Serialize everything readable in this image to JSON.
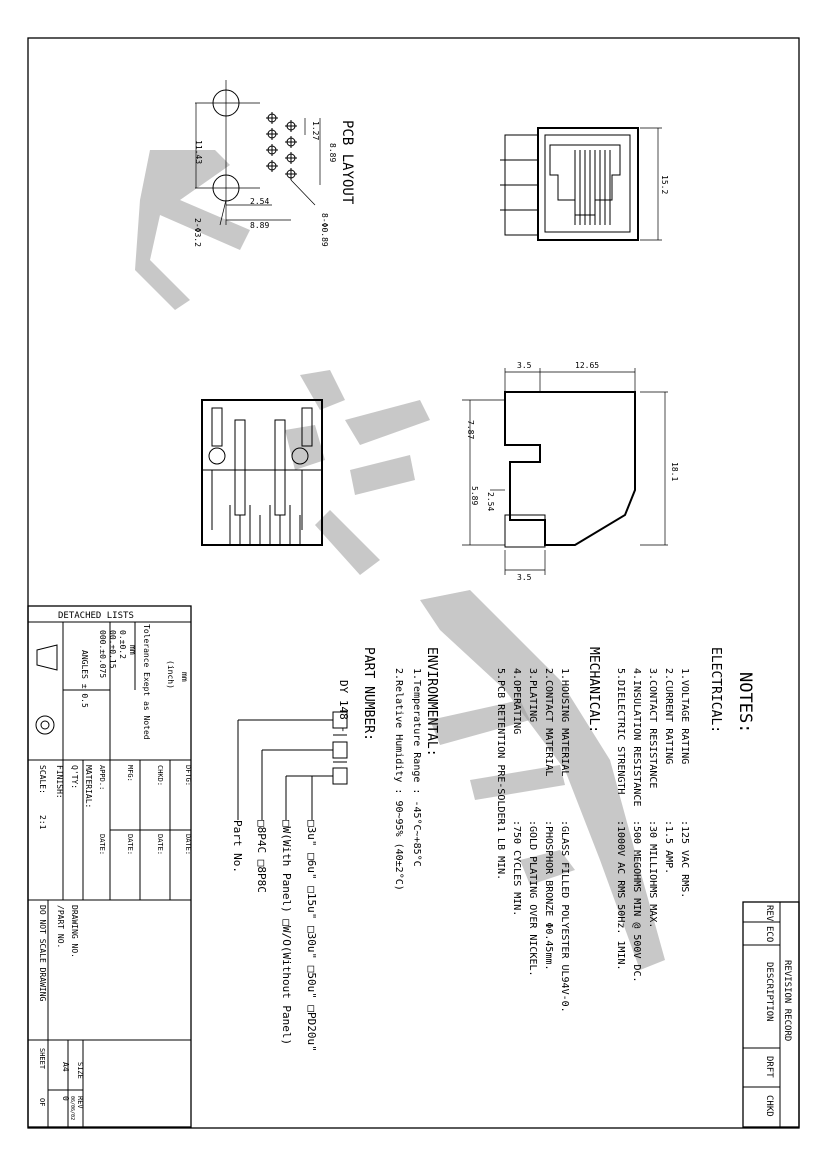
{
  "notes": {
    "title": "NOTES:",
    "electrical_heading": "ELECTRICAL:",
    "electrical": [
      {
        "label": "1.VOLTAGE RATING",
        "value": ":125 VAC RMS."
      },
      {
        "label": "2.CURRENT RATING",
        "value": ":1.5 AMP."
      },
      {
        "label": "3.CONTACT RESISTANCE",
        "value": ":30 MILLIOHMS MAX."
      },
      {
        "label": "4.INSULATION RESISTANCE",
        "value": ":500 MEGOHMS MIN @ 500V DC."
      },
      {
        "label": "5.DIELECTRIC STRENGTH",
        "value": ":1000V AC RMS 50Hz. 1MIN."
      }
    ],
    "mechanical_heading": "MECHANICAL:",
    "mechanical": [
      {
        "label": "1.HOUSING MATERIAL",
        "value": ":GLASS FILLED POLYESTER UL94V-0."
      },
      {
        "label": "2.CONTACT MATERIAL",
        "value": ":PHOSPHOR BRONZE Φ0.45mm."
      },
      {
        "label": "3.PLATING",
        "value": ":GOLD PLATING OVER NICKEL."
      },
      {
        "label": "4.OPERATING",
        "value": ":750 CYCLES MIN."
      },
      {
        "label": "5.PCB RETENTION PRE-SOLDER",
        "value": ":1 LB MIN."
      }
    ],
    "environmental_heading": "ENVIRONMENTAL:",
    "environmental": [
      "1.Temperature Range : -45°C~+85°C",
      "2.Relative Humidity : 90~95% (40±2°C)"
    ],
    "part_number_heading": "PART NUMBER:",
    "part_prefix": "DY 148 -",
    "plating_options": "□3u\" □6u\" □15u\" □30u\" □50u\" □PD20u\"",
    "panel_options": "□W(With Panel)  □W/O(Without Panel)",
    "contact_options": "□8P4C  □8P8C",
    "part_no_label": "Part No."
  },
  "revision": {
    "title": "REVISION RECORD",
    "cols": [
      "REV",
      "ECO",
      "DESCRIPTION",
      "DRFT",
      "CHKD"
    ]
  },
  "title_block": {
    "detached_lists": "DETACHED LISTS",
    "mm": "mm",
    "inch": "(inch)",
    "tolerance": "Tolerance Exept as Noted",
    "tol_mm": "mm",
    "tol1": "0.±0.2",
    "tol2": "00.±0.15",
    "tol3": "000.±0.075",
    "angles": "ANGLES ± 0.5",
    "dftg": "DFTG:",
    "chkd": "CHKD:",
    "mfg": "MFG:",
    "appd": "APPD.:",
    "date": "DATE:",
    "material": "MATERIAL:",
    "qty": "Q'TY:",
    "finish": "FINISH:",
    "scale": "SCALE:",
    "scale_value": "2:1",
    "drawing_no": "DRAWING NO.",
    "part_no": "/PART NO.",
    "do_not_scale": "DO NOT SCALE DRAWING",
    "size": "SIZE",
    "size_value": "A4",
    "rev": "REV",
    "rev_value": "0",
    "rev_date": "06/06/02",
    "sheet": "SHEET",
    "of": "OF"
  },
  "pcb": {
    "title": "PCB LAYOUT",
    "dims": [
      "1.27",
      "8.89",
      "11.43",
      "2.54",
      "8.89",
      "2-Φ3.2",
      "8-Φ0.89"
    ]
  },
  "views": {
    "front_dim": "15.2",
    "side_dims": [
      "3.5",
      "12.65",
      "7.87",
      "18.1",
      "5.89",
      "2.54",
      "3.5"
    ]
  }
}
